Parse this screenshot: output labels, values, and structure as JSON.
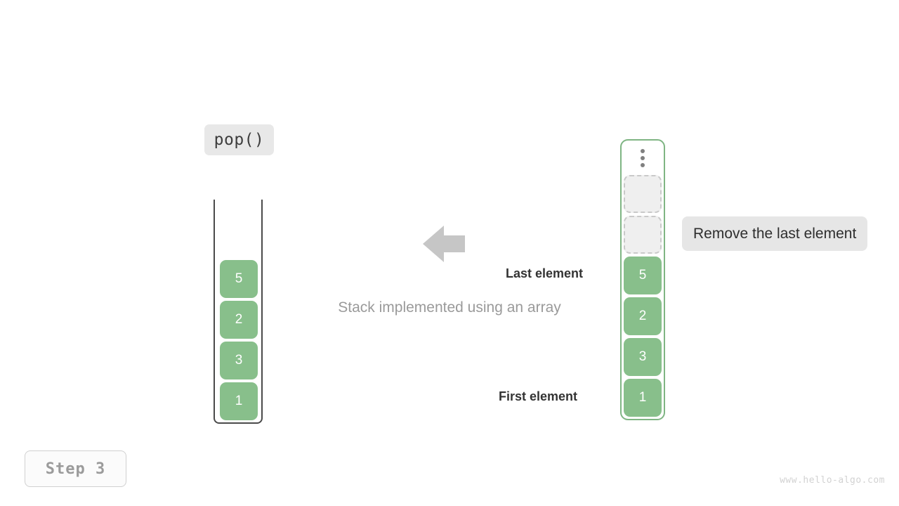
{
  "diagram": {
    "title": "Stack pop operation on array-based stack",
    "operation_chip": {
      "label": "pop()"
    },
    "center_caption": "Stack implemented using an array",
    "arrow": {
      "icon": "arrow-left-icon",
      "direction": "left",
      "color": "#c6c6c6"
    },
    "left_stack": {
      "name": "stack-abstraction",
      "container_style": "u-shape-open-top",
      "border_color": "#4a4a4a",
      "items": [
        {
          "value": "1",
          "state": "filled"
        },
        {
          "value": "3",
          "state": "filled"
        },
        {
          "value": "2",
          "state": "filled"
        },
        {
          "value": "5",
          "state": "filled"
        }
      ]
    },
    "right_stack": {
      "name": "array-implementation",
      "border_color": "#7fb583",
      "ellipsis": "vertical-ellipsis",
      "items": [
        {
          "value": "1",
          "state": "filled"
        },
        {
          "value": "3",
          "state": "filled"
        },
        {
          "value": "2",
          "state": "filled"
        },
        {
          "value": "5",
          "state": "filled"
        },
        {
          "value": "",
          "state": "empty"
        },
        {
          "value": "",
          "state": "empty"
        }
      ]
    },
    "annotations": {
      "last_element": "Last element",
      "first_element": "First element"
    },
    "note_chip": {
      "label": "Remove the last element"
    },
    "step_badge": {
      "label": "Step 3"
    },
    "watermark": "www.hello-algo.com",
    "colors": {
      "cell_fill": "#88bf8b",
      "cell_text": "#ffffff",
      "empty_fill": "#efefef",
      "empty_border": "#c9c9c9",
      "chip_bg": "#e8e8e8",
      "caption_text": "#9a9a9a"
    }
  }
}
